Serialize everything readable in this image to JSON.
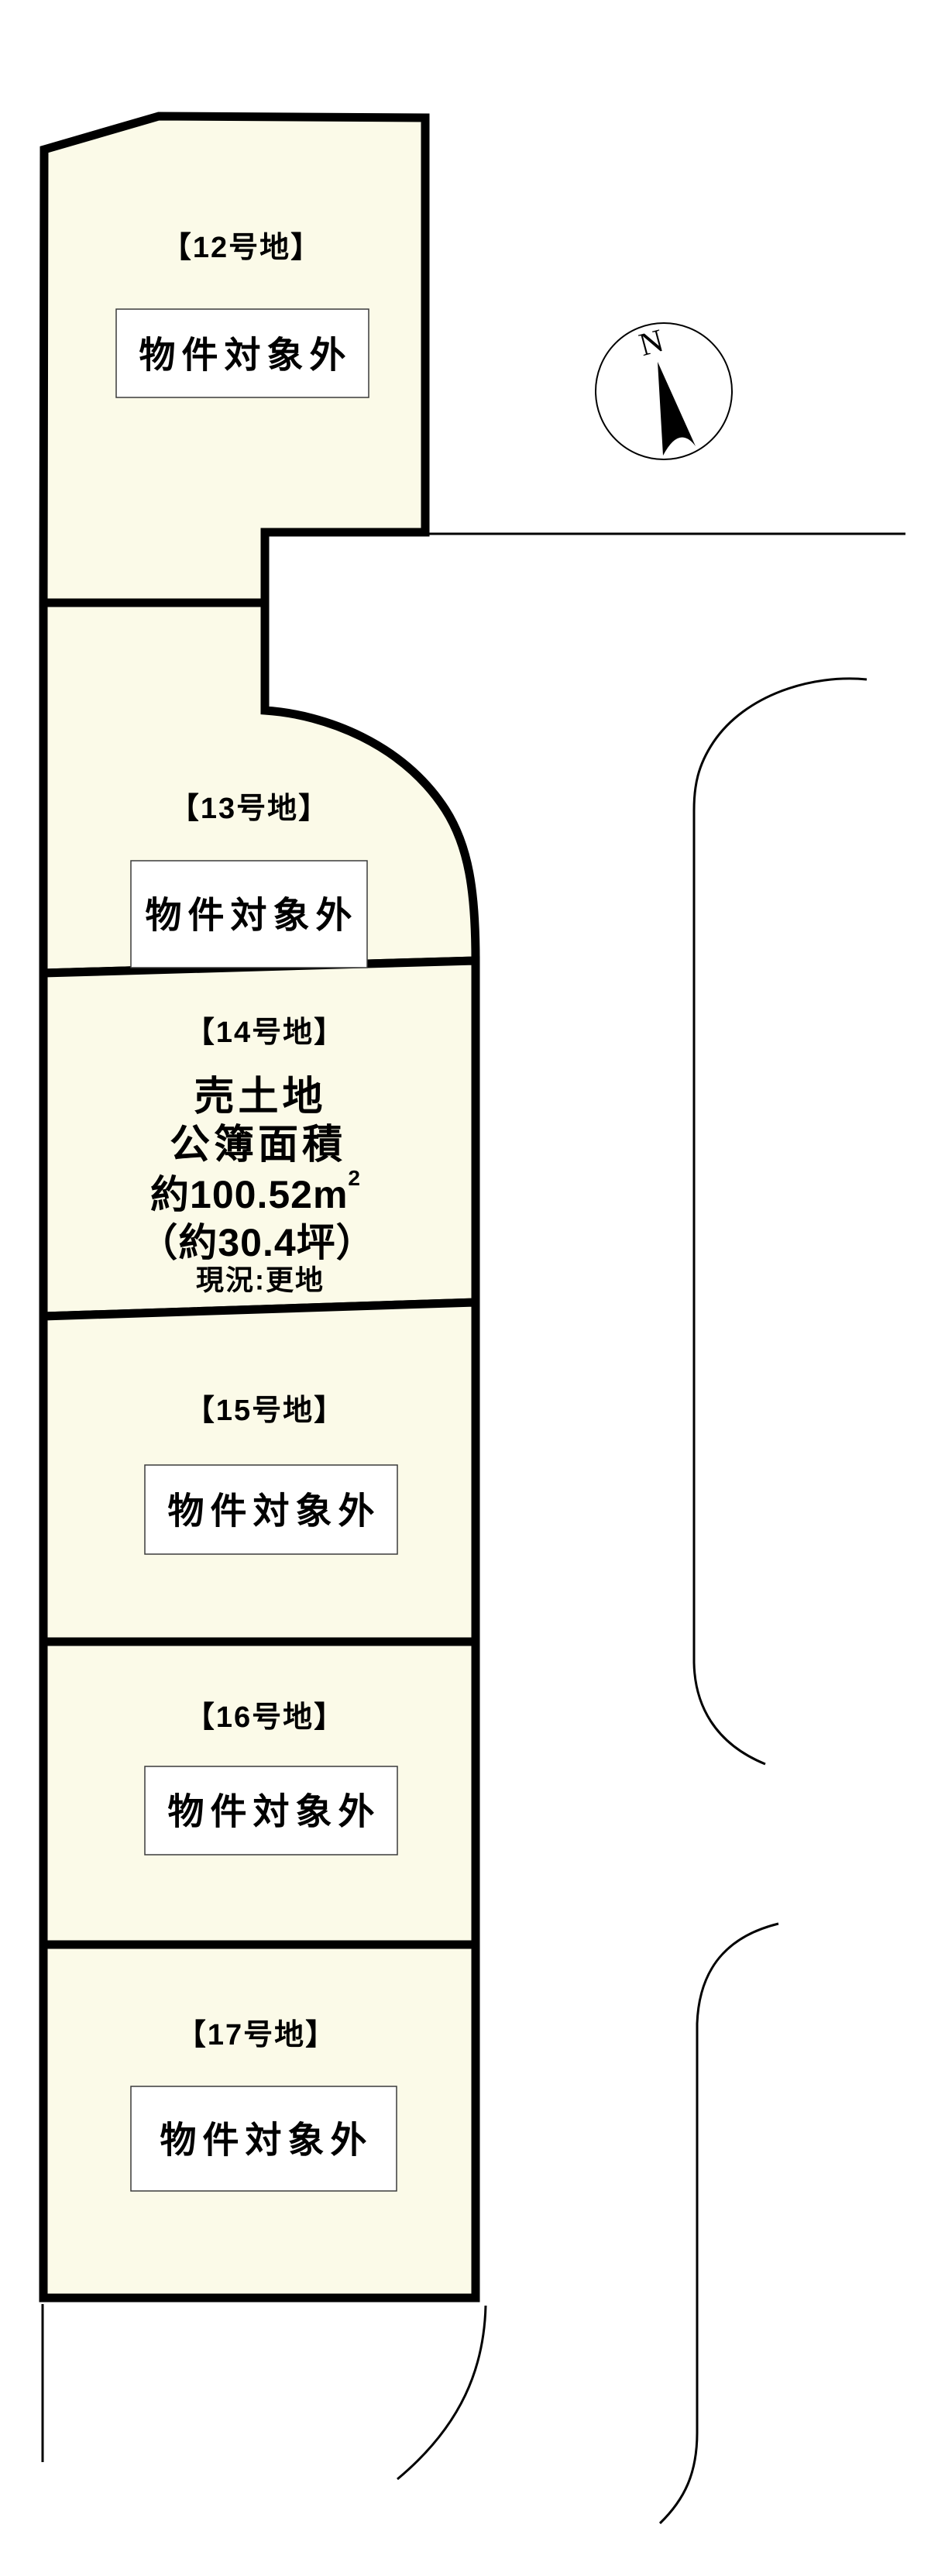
{
  "diagram": {
    "compass": {
      "north_label": "N"
    },
    "lots": [
      {
        "id": "12",
        "name": "【12号地】",
        "status": "物件対象外"
      },
      {
        "id": "13",
        "name": "【13号地】",
        "status": "物件対象外"
      },
      {
        "id": "14",
        "name": "【14号地】",
        "sale_type": "売土地",
        "area_label": "公簿面積",
        "area_sqm": "約100.52m",
        "area_sqm_sup": "2",
        "area_tsubo": "（約30.4坪）",
        "current_status": "現況:更地"
      },
      {
        "id": "15",
        "name": "【15号地】",
        "status": "物件対象外"
      },
      {
        "id": "16",
        "name": "【16号地】",
        "status": "物件対象外"
      },
      {
        "id": "17",
        "name": "【17号地】",
        "status": "物件対象外"
      }
    ],
    "colors": {
      "background": "#ffffff",
      "lot_fill": "#fbfae8",
      "outline": "#000000",
      "status_box_bg": "#ffffff",
      "status_box_border": "#3a3a3a"
    }
  }
}
